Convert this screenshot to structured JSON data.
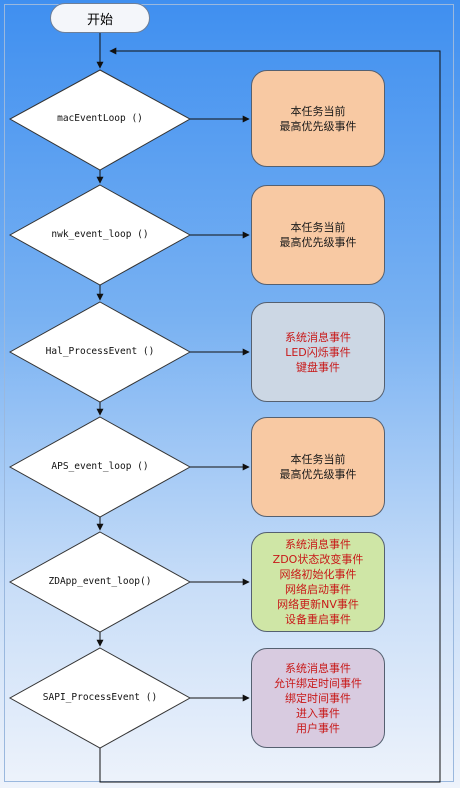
{
  "start": {
    "label": "开始"
  },
  "steps": [
    {
      "name": "macEventLoop ()",
      "lines": [
        "本任务当前",
        "最高优先级事件"
      ]
    },
    {
      "name": "nwk_event_loop ()",
      "lines": [
        "本任务当前",
        "最高优先级事件"
      ]
    },
    {
      "name": "Hal_ProcessEvent ()",
      "lines": [
        "系统消息事件",
        "LED闪烁事件",
        "键盘事件"
      ]
    },
    {
      "name": "APS_event_loop ()",
      "lines": [
        "本任务当前",
        "最高优先级事件"
      ]
    },
    {
      "name": "ZDApp_event_loop()",
      "lines": [
        "系统消息事件",
        "ZDO状态改变事件",
        "网络初始化事件",
        "网络启动事件",
        "网络更新NV事件",
        "设备重启事件"
      ]
    },
    {
      "name": "SAPI_ProcessEvent ()",
      "lines": [
        "系统消息事件",
        "允许绑定时间事件",
        "绑定时间事件",
        "进入事件",
        "用户事件"
      ]
    }
  ],
  "colors": {
    "orange": "#f8c9a3",
    "grey": "#ccd7e4",
    "green": "#cfe6a6",
    "purple": "#d8cbe0",
    "red_text": "#c81818"
  }
}
